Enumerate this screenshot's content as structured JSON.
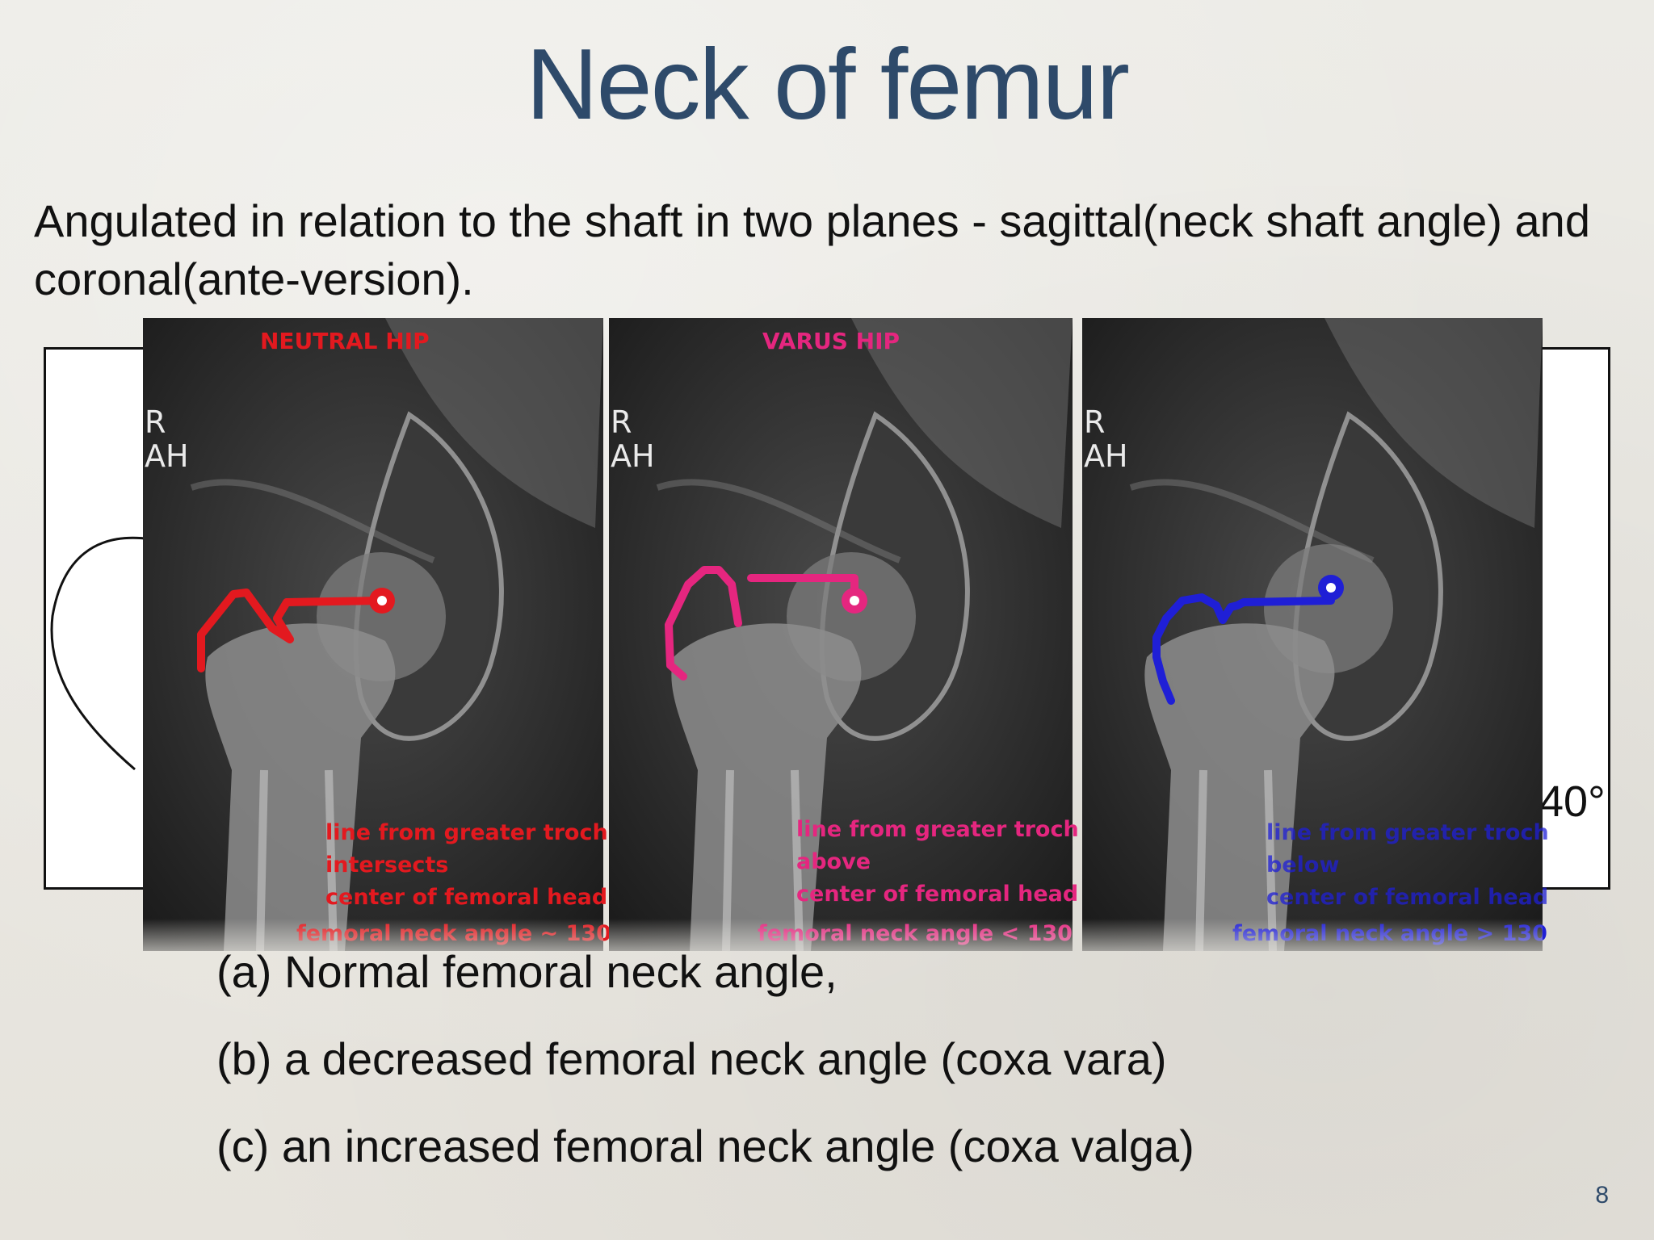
{
  "slide": {
    "title": "Neck of femur",
    "intro": "Angulated in relation to the shaft in two planes - sagittal(neck shaft angle) and coronal(ante-version).",
    "background_figure_label": "40°",
    "page_number": "8"
  },
  "xrays": [
    {
      "label": "NEUTRAL HIP",
      "marker_r": "R",
      "marker_ah": "AH",
      "color": "#e3191f",
      "notes": [
        "line from greater troch",
        "intersects",
        "center of femoral head"
      ],
      "angle_note": "femoral neck angle ~ 130"
    },
    {
      "label": "VARUS HIP",
      "marker_r": "R",
      "marker_ah": "AH",
      "color": "#e5267f",
      "notes": [
        "line from greater troch",
        "above",
        "center of femoral head"
      ],
      "angle_note": "femoral neck angle < 130"
    },
    {
      "label": "",
      "marker_r": "R",
      "marker_ah": "AH",
      "color": "#1f1fd6",
      "notes": [
        "line from greater troch",
        "below",
        "center of femoral head"
      ],
      "angle_note": "femoral neck angle > 130"
    }
  ],
  "captions": [
    "(a) Normal femoral neck angle,",
    "(b) a decreased femoral neck angle (coxa vara)",
    "(c) an increased femoral neck angle (coxa valga)"
  ]
}
